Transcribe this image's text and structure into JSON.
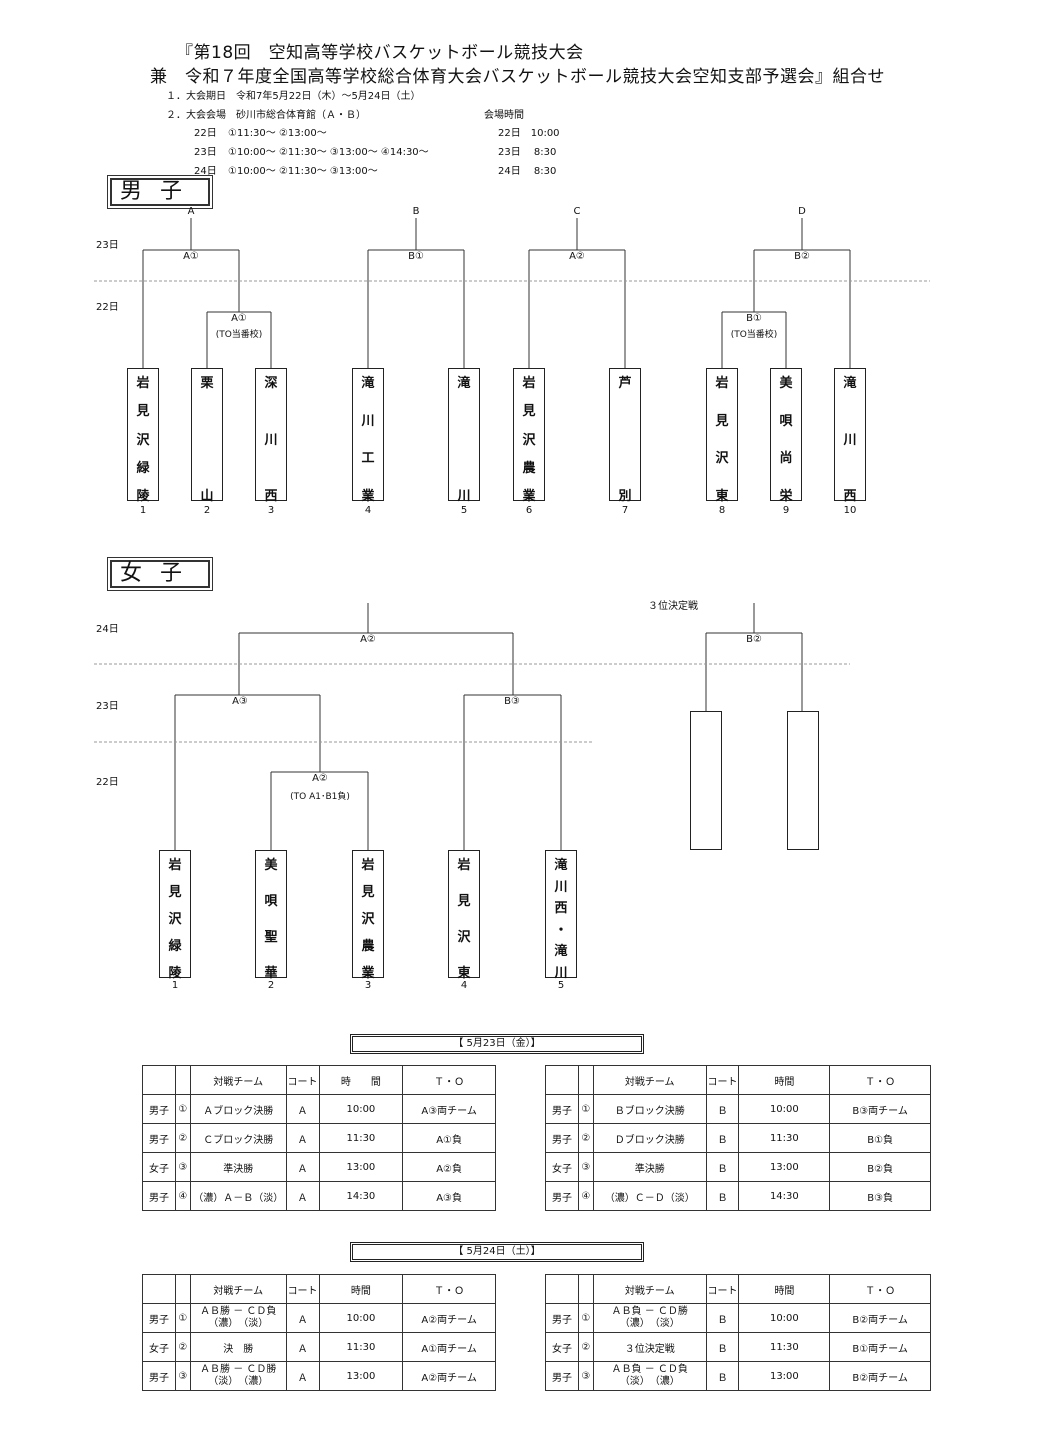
{
  "header": {
    "line1": "『第18回　空知高等学校バスケットボール競技大会",
    "line2": "兼　令和７年度全国高等学校総合体育大会バスケットボール競技大会空知支部予選会』組合せ",
    "period_label": "１．大会期日　令和7年5月22日（木）～5月24日（土）",
    "venue_label": "２．大会会場　砂川市総合体育館（Ａ・Ｂ）",
    "open_time_label": "会場時間",
    "schedule": [
      {
        "day": "22日",
        "times": "①11:30～ ②13:00～",
        "open": "22日　10:00"
      },
      {
        "day": "23日",
        "times": "①10:00～ ②11:30～ ③13:00～ ④14:30～",
        "open": "23日　 8:30"
      },
      {
        "day": "24日",
        "times": "①10:00～ ②11:30～ ③13:00～",
        "open": "24日　 8:30"
      }
    ]
  },
  "men": {
    "section_label": "男子",
    "block_labels": [
      "A",
      "B",
      "C",
      "D"
    ],
    "day_labels": [
      "23日",
      "22日"
    ],
    "match_labels": [
      "A①",
      "B①",
      "A②",
      "B②",
      "A①",
      "(TO当番校)",
      "B①",
      "(TO当番校)"
    ],
    "teams": [
      {
        "num": "1",
        "chars": [
          "岩",
          "見",
          "沢",
          "緑",
          "陵"
        ]
      },
      {
        "num": "2",
        "chars": [
          "栗",
          "",
          "",
          "",
          "山"
        ]
      },
      {
        "num": "3",
        "chars": [
          "深",
          "",
          "川",
          "",
          "西"
        ]
      },
      {
        "num": "4",
        "chars": [
          "滝",
          "川",
          "工",
          "業"
        ]
      },
      {
        "num": "5",
        "chars": [
          "滝",
          "",
          "",
          "",
          "川"
        ]
      },
      {
        "num": "6",
        "chars": [
          "岩",
          "見",
          "沢",
          "農",
          "業"
        ]
      },
      {
        "num": "7",
        "chars": [
          "芦",
          "",
          "",
          "",
          "別"
        ]
      },
      {
        "num": "8",
        "chars": [
          "岩",
          "見",
          "沢",
          "東"
        ]
      },
      {
        "num": "9",
        "chars": [
          "美",
          "唄",
          "尚",
          "栄"
        ]
      },
      {
        "num": "10",
        "chars": [
          "滝",
          "",
          "川",
          "",
          "西"
        ]
      }
    ]
  },
  "women": {
    "section_label": "女子",
    "third_place_label": "３位決定戦",
    "day_labels": [
      "24日",
      "23日",
      "22日"
    ],
    "match_labels": [
      "A②",
      "A③",
      "B③",
      "A②",
      "(TO A1･B1負)",
      "B②"
    ],
    "teams": [
      {
        "num": "1",
        "chars": [
          "岩",
          "見",
          "沢",
          "緑",
          "陵"
        ]
      },
      {
        "num": "2",
        "chars": [
          "美",
          "唄",
          "聖",
          "華"
        ]
      },
      {
        "num": "3",
        "chars": [
          "岩",
          "見",
          "沢",
          "農",
          "業"
        ]
      },
      {
        "num": "4",
        "chars": [
          "岩",
          "見",
          "沢",
          "東"
        ]
      },
      {
        "num": "5",
        "chars": [
          "滝",
          "川",
          "西",
          "・",
          "滝",
          "川"
        ]
      }
    ]
  },
  "schedule_tables": [
    {
      "date_label": "【 5月23日（金）】",
      "headers": [
        "",
        "",
        "対戦チーム",
        "コート",
        "時　　間",
        "Ｔ・Ｏ"
      ],
      "left_rows": [
        [
          "男子",
          "①",
          "Ａブロック決勝",
          "Ａ",
          "10:00",
          "A③両チーム"
        ],
        [
          "男子",
          "②",
          "Ｃブロック決勝",
          "Ａ",
          "11:30",
          "A①負"
        ],
        [
          "女子",
          "③",
          "準決勝",
          "Ａ",
          "13:00",
          "A②負"
        ],
        [
          "男子",
          "④",
          "（濃）Ａ－Ｂ（淡）",
          "Ａ",
          "14:30",
          "A③負"
        ]
      ],
      "right_headers": [
        "",
        "",
        "対戦チーム",
        "コート",
        "時間",
        "Ｔ・Ｏ"
      ],
      "right_rows": [
        [
          "男子",
          "①",
          "Ｂブロック決勝",
          "Ｂ",
          "10:00",
          "B③両チーム"
        ],
        [
          "男子",
          "②",
          "Ｄブロック決勝",
          "Ｂ",
          "11:30",
          "B①負"
        ],
        [
          "女子",
          "③",
          "準決勝",
          "Ｂ",
          "13:00",
          "B②負"
        ],
        [
          "男子",
          "④",
          "（濃）Ｃ－Ｄ（淡）",
          "Ｂ",
          "14:30",
          "B③負"
        ]
      ]
    },
    {
      "date_label": "【 5月24日（土）】",
      "headers": [
        "",
        "",
        "対戦チーム",
        "コート",
        "時間",
        "Ｔ・Ｏ"
      ],
      "left_rows": [
        [
          "男子",
          "①",
          "ＡＢ勝 － ＣＤ負\n（濃）　（淡）",
          "Ａ",
          "10:00",
          "A②両チーム"
        ],
        [
          "女子",
          "②",
          "決　勝",
          "Ａ",
          "11:30",
          "A①両チーム"
        ],
        [
          "男子",
          "③",
          "ＡＢ勝 － ＣＤ勝\n（淡）　（濃）",
          "Ａ",
          "13:00",
          "A②両チーム"
        ]
      ],
      "right_headers": [
        "",
        "",
        "対戦チーム",
        "コート",
        "時間",
        "Ｔ・Ｏ"
      ],
      "right_rows": [
        [
          "男子",
          "①",
          "ＡＢ負 － ＣＤ勝\n（濃）　（淡）",
          "Ｂ",
          "10:00",
          "B②両チーム"
        ],
        [
          "女子",
          "②",
          "３位決定戦",
          "Ｂ",
          "11:30",
          "B①両チーム"
        ],
        [
          "男子",
          "③",
          "ＡＢ負 － ＣＤ負\n（淡）　（濃）",
          "Ｂ",
          "13:00",
          "B②両チーム"
        ]
      ]
    }
  ]
}
